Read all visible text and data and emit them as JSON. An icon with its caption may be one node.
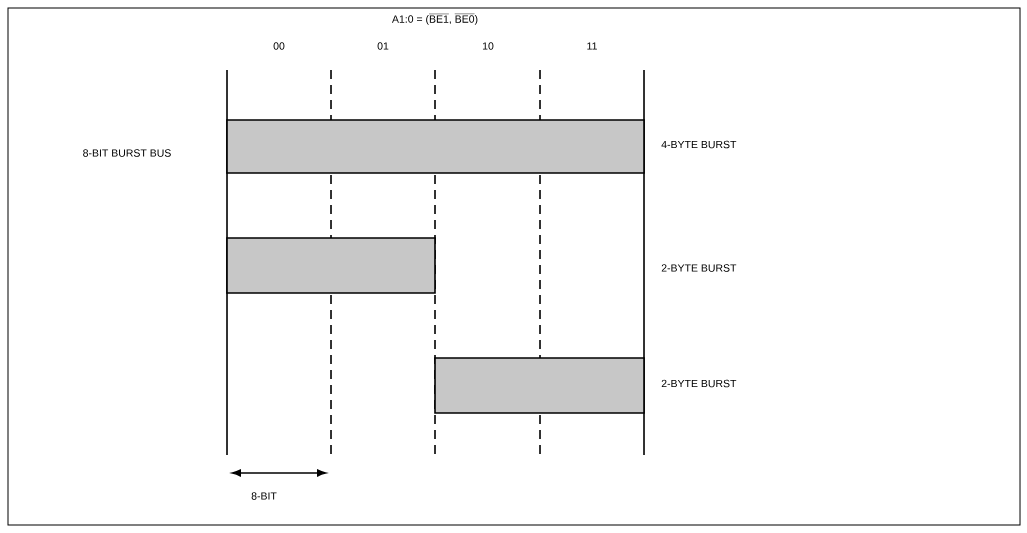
{
  "diagram": {
    "nodes": [
      {
        "text": [],
        "shape": "bar",
        "beside": [
          "4-BYTE BURST"
        ]
      },
      {
        "text": [],
        "shape": "bar"
      },
      {
        "text": [],
        "shape": "bar",
        "beside": [
          "2-BYTE BURST"
        ]
      }
    ],
    "edges": [],
    "labels": [
      "\\text{A1:0 = (}\\overline{\\text{BE1}}\\text{, }\\overline{\\text{BE0}}\\text{)}",
      "00",
      "01",
      "10",
      "11",
      "8-BIT BURST BUS",
      "2-BYTE BURST",
      "8-BIT"
    ]
  }
}
